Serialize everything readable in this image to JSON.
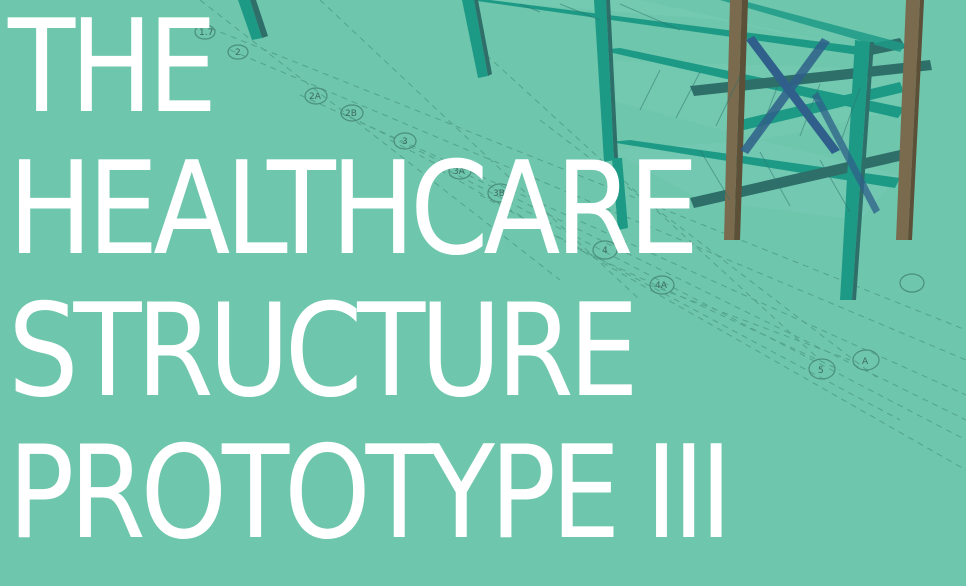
{
  "title": {
    "line1": "THE",
    "line2": "HEALTHCARE",
    "line3": "STRUCTURE",
    "line4": "PROTOTYPE III"
  },
  "grid_markers": [
    {
      "label": "1.7"
    },
    {
      "label": "2"
    },
    {
      "label": "2A"
    },
    {
      "label": "2B"
    },
    {
      "label": "3"
    },
    {
      "label": "3A"
    },
    {
      "label": "3B"
    },
    {
      "label": "4"
    },
    {
      "label": "4A"
    },
    {
      "label": "5"
    },
    {
      "label": "A"
    }
  ],
  "colors": {
    "background": "#6ec6ac",
    "text": "#ffffff",
    "steel_teal": "#1d9a86",
    "steel_dark": "#2e6f6a",
    "steel_brown": "#7a6a4e",
    "steel_blue": "#2f5f8a",
    "grid_line": "#4f9e86"
  }
}
